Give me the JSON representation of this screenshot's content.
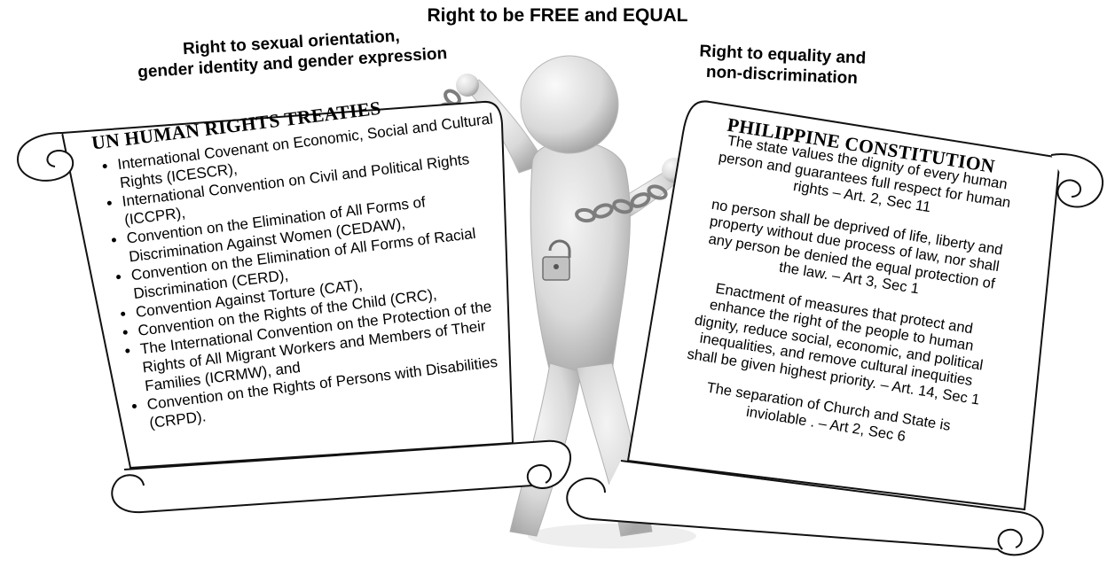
{
  "title": "Right to be FREE and EQUAL",
  "left_heading": [
    "Right to sexual orientation,",
    "gender identity and gender expression"
  ],
  "right_heading": [
    "Right to equality and",
    "non-discrimination"
  ],
  "left_scroll": {
    "title": "UN HUMAN RIGHTS TREATIES",
    "items": [
      "International Covenant on Economic, Social and Cultural Rights (ICESCR),",
      "International Convention on Civil and Political Rights (ICCPR),",
      "Convention on the Elimination of All Forms of Discrimination Against Women (CEDAW),",
      "Convention on the Elimination of All Forms of Racial Discrimination (CERD),",
      "Convention Against Torture (CAT),",
      "Convention on the Rights of the Child (CRC),",
      "The International Convention on the Protection of the Rights of All Migrant Workers and Members of Their Families (ICRMW), and",
      "Convention on the Rights of Persons with Disabilities (CRPD)."
    ]
  },
  "right_scroll": {
    "title": "PHILIPPINE CONSTITUTION",
    "paragraphs": [
      "The state values the dignity of every human person and guarantees full respect for human rights – Art. 2, Sec 11",
      "no person shall be deprived of life, liberty and property without due process of law, nor shall any person be denied the equal protection of the law. – Art 3, Sec 1",
      "Enactment of measures that protect and enhance the right of the people to human dignity, reduce social, economic, and political inequalities, and remove cultural inequities shall be given highest priority. – Art. 14, Sec 1",
      "The separation of Church and State is inviolable . – Art 2, Sec 6"
    ]
  },
  "colors": {
    "figure": "#e6e6e6",
    "figure_shade": "#b5b5b5",
    "chain": "#8a8a8a",
    "outline": "#111111"
  }
}
